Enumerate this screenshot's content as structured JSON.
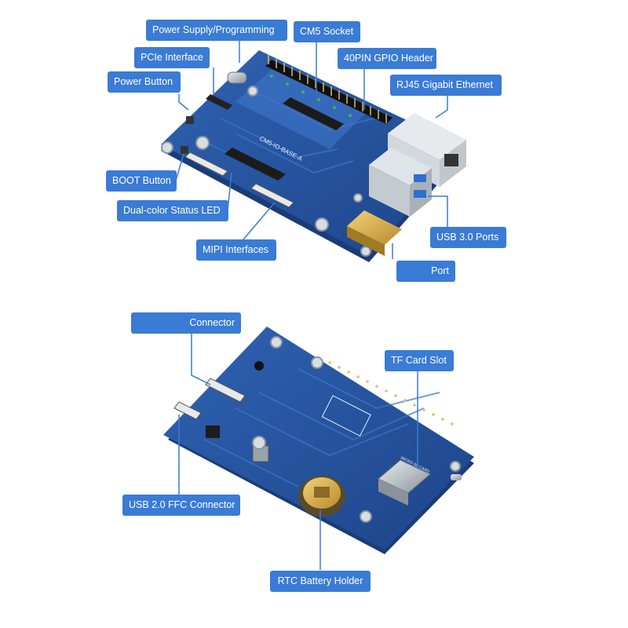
{
  "top_labels": {
    "power_supply": "Power Supply/Programming",
    "cm5_socket": "CM5 Socket",
    "pcie": "PCIe Interface",
    "gpio": "40PIN GPIO Header",
    "power_button": "Power Button",
    "rj45": "RJ45 Gigabit Ethernet",
    "boot_button": "BOOT Button",
    "status_led": "Dual-color Status LED",
    "usb3": "USB 3.0 Ports",
    "mipi": "MIPI Interfaces",
    "port": "Port"
  },
  "bottom_labels": {
    "connector": "Connector",
    "tf_card": "TF Card Slot",
    "usb2_ffc": "USB 2.0 FFC Connector",
    "rtc": "RTC Battery Holder"
  },
  "silkscreen": {
    "board_name": "CM5-IO-BASE-A",
    "micro_sd": "MICRO SD CARD"
  },
  "colors": {
    "callout": "#3a7bd5",
    "pcb": "#24519c",
    "leader": "#3a7bd5"
  }
}
